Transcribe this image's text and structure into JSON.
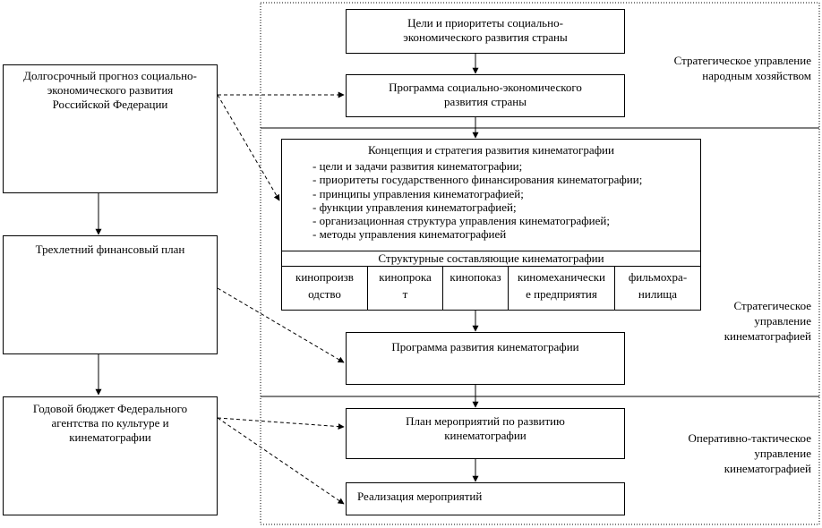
{
  "left": {
    "forecast": "Долгосрочный прогноз социально-\nэкономического развития\nРоссийской Федерации",
    "financial_plan": "Трехлетний финансовый план",
    "budget": "Годовой бюджет Федерального\nагентства по культуре и\nкинематографии"
  },
  "zones": {
    "strategic_national": "Стратегическое управление\nнародным хозяйством",
    "strategic_cinema": "Стратегическое\nуправление\nкинематографией",
    "operational": "Оперативно-тактическое\nуправление\nкинематографией"
  },
  "center": {
    "goals": "Цели и приоритеты социально-\nэкономического развития страны",
    "program_national": "Программа социально-экономического\nразвития страны",
    "concept_title": "Концепция и стратегия развития кинематографии",
    "concept_items": [
      "- цели и задачи развития кинематографии;",
      "- приоритеты государственного финансирования кинематографии;",
      "- принципы управления кинематографией;",
      "- функции управления кинематографией;",
      "- организационная структура управления кинематографией;",
      "- методы управления кинематографией"
    ],
    "structural_title": "Структурные составляющие кинематографии",
    "components": [
      "кинопроизв\nодство",
      "кинопрока\nт",
      "кинопоказ",
      "киномеханически\nе предприятия",
      "фильмохра-\nнилища"
    ],
    "program_cinema": "Программа развития кинематографии",
    "plan": "План мероприятий по развитию\nкинематографии",
    "implementation": "Реализация мероприятий"
  }
}
